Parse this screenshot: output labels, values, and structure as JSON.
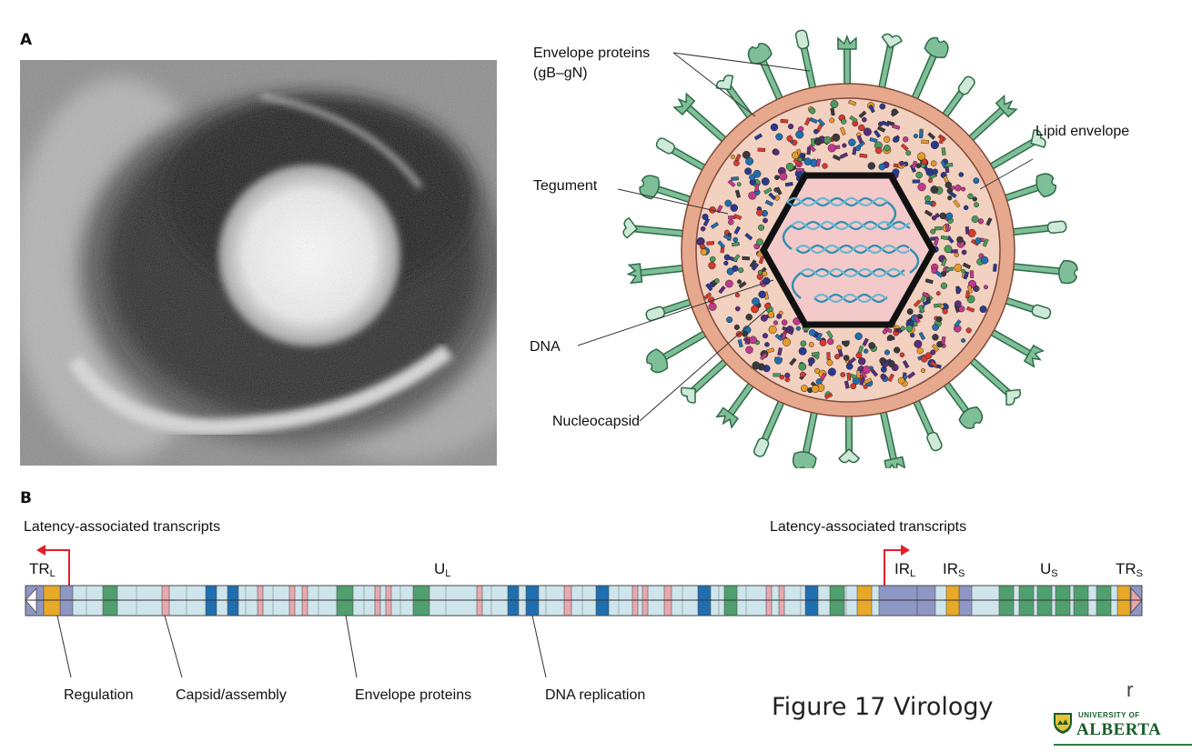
{
  "panel_a": {
    "letter": "A",
    "labels": {
      "envelope_proteins_line1": "Envelope proteins",
      "envelope_proteins_line2": "(gB–gN)",
      "lipid_envelope": "Lipid envelope",
      "tegument": "Tegument",
      "dna": "DNA",
      "nucleocapsid": "Nucleocapsid"
    }
  },
  "panel_b": {
    "letter": "B",
    "lat_left": "Latency-associated transcripts",
    "lat_right": "Latency-associated transcripts",
    "regions": {
      "trl": {
        "main": "TR",
        "sub": "L"
      },
      "ul": {
        "main": "U",
        "sub": "L"
      },
      "irl": {
        "main": "IR",
        "sub": "L"
      },
      "irs": {
        "main": "IR",
        "sub": "S"
      },
      "us": {
        "main": "U",
        "sub": "S"
      },
      "trs": {
        "main": "TR",
        "sub": "S"
      }
    },
    "legend": {
      "regulation": "Regulation",
      "capsid": "Capsid/assembly",
      "envelope": "Envelope proteins",
      "dna_replication": "DNA replication"
    },
    "colors": {
      "backbone": "#cfe5ec",
      "repeat": "#8e97c4",
      "regulation": "#e8a928",
      "capsid": "#e9a7ae",
      "envelope": "#4fa06e",
      "dna_replication": "#1f6fb0",
      "arrow": "#e0202a"
    }
  },
  "footer": {
    "title": "Figure 17 Virology",
    "cut_glyph": "r",
    "logo_small": "UNIVERSITY OF",
    "logo_big": "ALBERTA"
  }
}
